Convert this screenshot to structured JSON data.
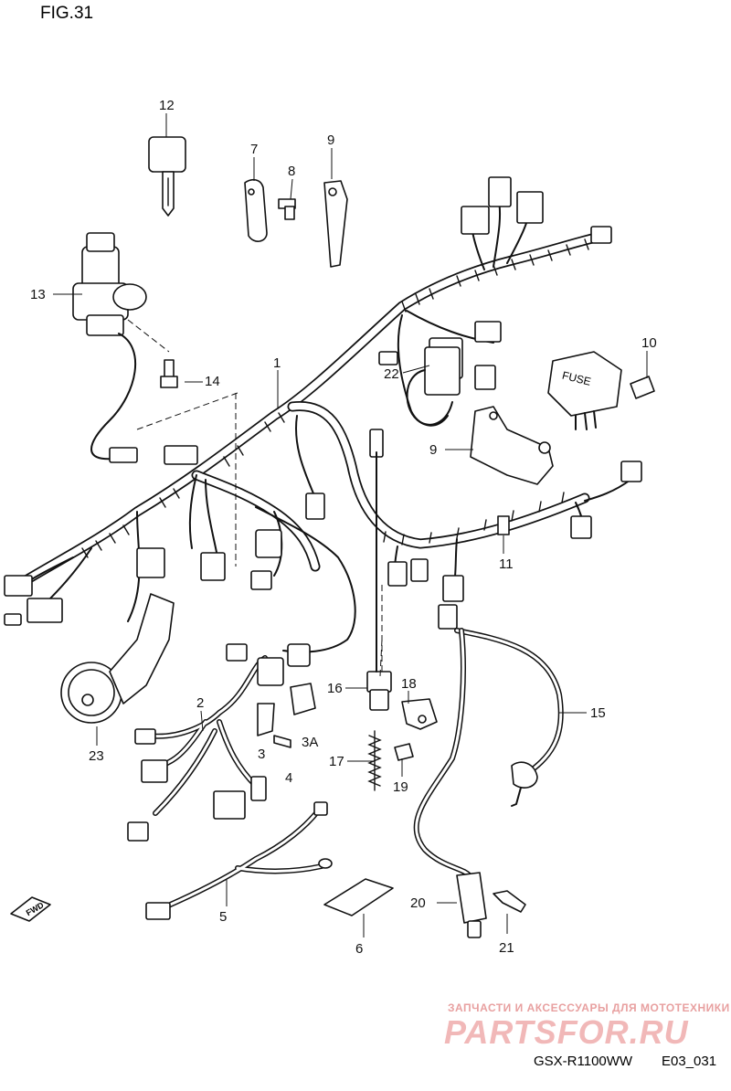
{
  "figure": {
    "title": "FIG.31",
    "model_code": "GSX-R1100WW",
    "diagram_code": "E03_031"
  },
  "callouts": [
    "1",
    "2",
    "3",
    "3A",
    "4",
    "5",
    "6",
    "7",
    "8",
    "9",
    "9",
    "10",
    "11",
    "12",
    "13",
    "14",
    "15",
    "16",
    "17",
    "18",
    "19",
    "20",
    "21",
    "22",
    "23"
  ],
  "labels": {
    "fuse": "FUSE",
    "fwd": "FWD"
  },
  "watermark": {
    "tagline": "ЗАПЧАСТИ И АКСЕССУАРЫ ДЛЯ МОТОТЕХНИКИ",
    "brand": "PARTSFOR.RU"
  },
  "colors": {
    "line": "#111111",
    "background": "#ffffff",
    "watermark": "#f1b8b8"
  }
}
